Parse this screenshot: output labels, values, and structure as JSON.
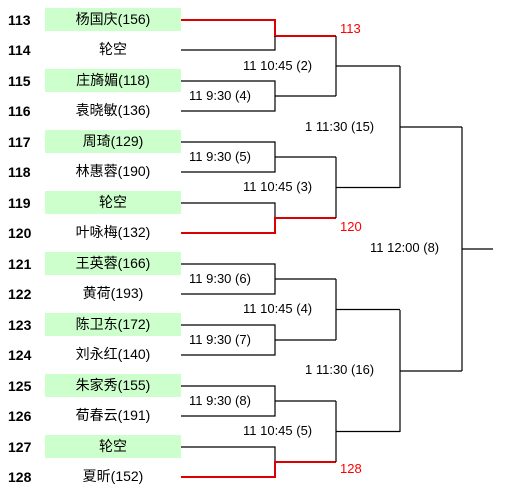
{
  "slots": [
    {
      "num": "113",
      "name": "杨国庆(156)",
      "highlight": true
    },
    {
      "num": "114",
      "name": "轮空",
      "highlight": false
    },
    {
      "num": "115",
      "name": "庄旖媚(118)",
      "highlight": true
    },
    {
      "num": "116",
      "name": "袁晓敏(136)",
      "highlight": false
    },
    {
      "num": "117",
      "name": "周琦(129)",
      "highlight": true
    },
    {
      "num": "118",
      "name": "林惠蓉(190)",
      "highlight": false
    },
    {
      "num": "119",
      "name": "轮空",
      "highlight": true
    },
    {
      "num": "120",
      "name": "叶咏梅(132)",
      "highlight": false
    },
    {
      "num": "121",
      "name": "王英蓉(166)",
      "highlight": true
    },
    {
      "num": "122",
      "name": "黄荷(193)",
      "highlight": false
    },
    {
      "num": "123",
      "name": "陈卫东(172)",
      "highlight": true
    },
    {
      "num": "124",
      "name": "刘永红(140)",
      "highlight": false
    },
    {
      "num": "125",
      "name": "朱家秀(155)",
      "highlight": true
    },
    {
      "num": "126",
      "name": "荀春云(191)",
      "highlight": false
    },
    {
      "num": "127",
      "name": "轮空",
      "highlight": true
    },
    {
      "num": "128",
      "name": "夏昕(152)",
      "highlight": false
    }
  ],
  "matches": [
    {
      "id": "r1-113-114",
      "label": "",
      "advance": "113",
      "bye": true
    },
    {
      "id": "r1-115-116",
      "label": "11 9:30 (4)"
    },
    {
      "id": "r1-117-118",
      "label": "11 9:30 (5)"
    },
    {
      "id": "r1-119-120",
      "label": "",
      "advance": "120",
      "bye": true
    },
    {
      "id": "r1-121-122",
      "label": "11 9:30 (6)"
    },
    {
      "id": "r1-123-124",
      "label": "11 9:30 (7)"
    },
    {
      "id": "r1-125-126",
      "label": "11 9:30 (8)"
    },
    {
      "id": "r1-127-128",
      "label": "",
      "advance": "128",
      "bye": true
    },
    {
      "id": "r2-a",
      "label": "11 10:45 (2)"
    },
    {
      "id": "r2-b",
      "label": "11 10:45 (3)"
    },
    {
      "id": "r2-c",
      "label": "11 10:45 (4)"
    },
    {
      "id": "r2-d",
      "label": "11 10:45 (5)"
    },
    {
      "id": "r3-a",
      "label": "1 11:30 (15)"
    },
    {
      "id": "r3-b",
      "label": "1 11:30 (16)"
    },
    {
      "id": "r4",
      "label": "11 12:00 (8)"
    }
  ],
  "colors": {
    "highlight_bg": "#ccffcc",
    "bye_line": "#dd0000",
    "advance_text": "#ff0000",
    "line": "#000000"
  }
}
